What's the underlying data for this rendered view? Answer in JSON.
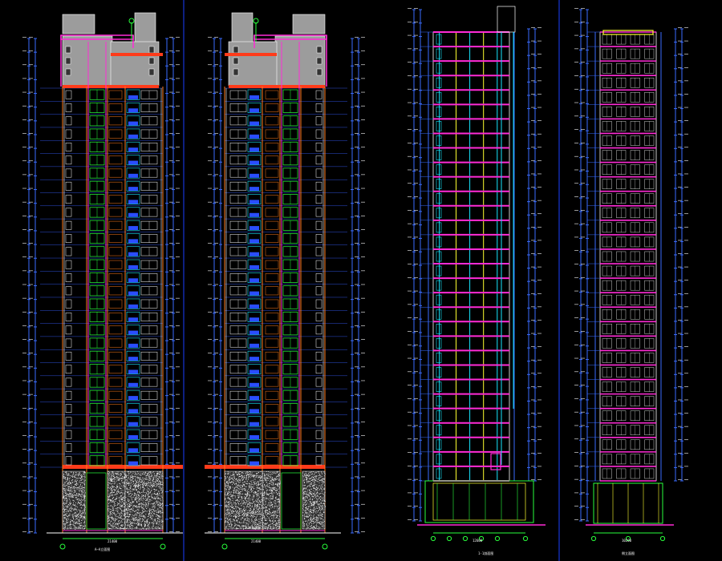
{
  "drawing": {
    "background": "#000000",
    "panel_divider_color": "#1a3fff",
    "colors": {
      "dim": "#3a6cff",
      "dim_text": "#ffffff",
      "wall": "#ff7a1a",
      "slab_red": "#ff3b1a",
      "magenta": "#ff2bd6",
      "green": "#28ff3c",
      "cyan": "#18e6ff",
      "blue": "#2a4dff",
      "yellow": "#ffff30",
      "grey": "#9c9c9c",
      "white": "#ffffff",
      "hatch_bg": "#333333"
    }
  },
  "elevations": [
    {
      "id": "front-elevation-a",
      "floors": 29,
      "title": "A–A立面图",
      "width_dim": "21400"
    },
    {
      "id": "front-elevation-b",
      "floors": 29,
      "title": "A–A立面图",
      "width_dim": "21400"
    },
    {
      "id": "section-elevation",
      "floors": 31,
      "title": "1-1剖面图",
      "width_dim": "12600"
    },
    {
      "id": "side-elevation",
      "floors": 31,
      "title": "侧立面图",
      "width_dim": "10200"
    }
  ]
}
